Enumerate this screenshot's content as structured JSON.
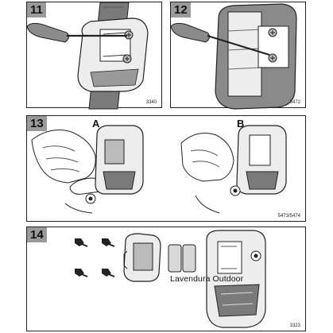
{
  "panels": {
    "p11": {
      "step": "11",
      "code": "3340"
    },
    "p12": {
      "step": "12",
      "code": "5472"
    },
    "p13": {
      "step": "13",
      "code": "5473/5474",
      "label_a": "A",
      "label_b": "B"
    },
    "p14": {
      "step": "14",
      "code": "3323",
      "watermark": "Lavendura Outdoor"
    }
  },
  "colors": {
    "frame": "#222222",
    "badge": "#9a9a9a",
    "shade": "#7a7a7a",
    "light": "#d8d8d8"
  },
  "icons": [
    "screwdriver-icon",
    "phillips-screw-icon",
    "battery-icon",
    "device-housing-icon",
    "hand-icon"
  ]
}
